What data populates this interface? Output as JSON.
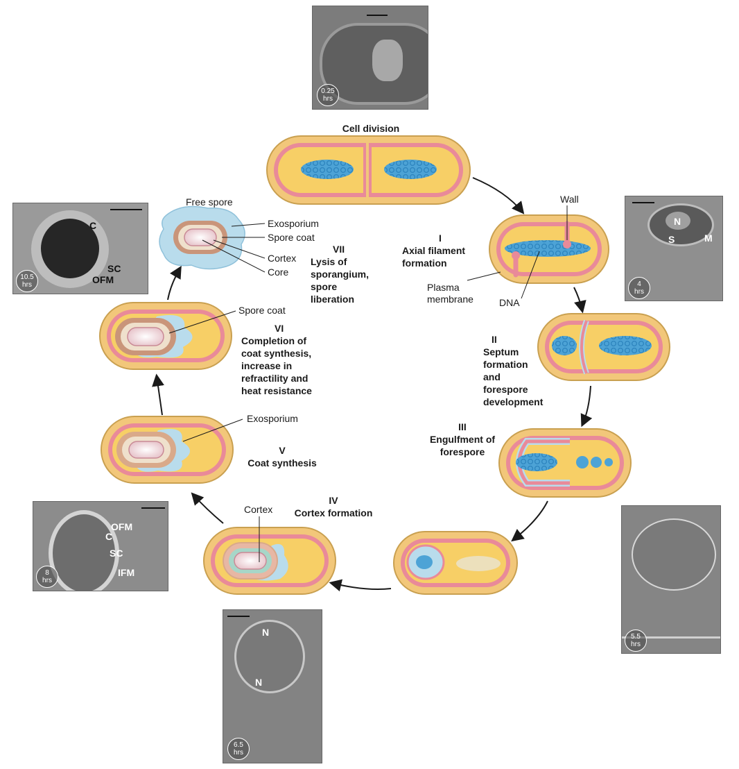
{
  "stages": {
    "cell_division": {
      "title": "Cell division"
    },
    "I": {
      "num": "I",
      "title": "Axial filament\nformation"
    },
    "II": {
      "num": "II",
      "title": "Septum\nformation\nand\nforespore\ndevelopment"
    },
    "III": {
      "num": "III",
      "title": "Engulfment of\nforespore"
    },
    "IV": {
      "num": "IV",
      "title": "Cortex formation"
    },
    "V": {
      "num": "V",
      "title": "Coat synthesis"
    },
    "VI": {
      "num": "VI",
      "title": "Completion of\ncoat synthesis,\nincrease in\nrefractility and\nheat resistance"
    },
    "VII": {
      "num": "VII",
      "title": "Lysis of\nsporangium,\nspore\nliberation"
    }
  },
  "labels": {
    "wall": "Wall",
    "plasma_membrane": "Plasma\nmembrane",
    "dna": "DNA",
    "free_spore": "Free spore",
    "exosporium": "Exosporium",
    "spore_coat": "Spore coat",
    "cortex": "Cortex",
    "core": "Core",
    "vi_spore_coat": "Spore coat",
    "v_exosporium": "Exosporium",
    "iv_cortex": "Cortex"
  },
  "micrographs": {
    "top": {
      "time": "0.25",
      "unit": "hrs"
    },
    "right_upper": {
      "time": "4",
      "unit": "hrs",
      "marks": [
        "N",
        "S",
        "M"
      ]
    },
    "right_lower": {
      "time": "5.5",
      "unit": "hrs"
    },
    "bottom": {
      "time": "6.5",
      "unit": "hrs",
      "marks": [
        "N",
        "N"
      ]
    },
    "left_lower": {
      "time": "8",
      "unit": "hrs",
      "marks": [
        "OFM",
        "C",
        "SC",
        "IFM"
      ]
    },
    "left_upper": {
      "time": "10.5",
      "unit": "hrs",
      "marks": [
        "C",
        "SC",
        "OFM"
      ]
    }
  },
  "colors": {
    "wall": "#f2c77a",
    "wall_edge": "#c9a050",
    "membrane": "#e98a99",
    "cytoplasm": "#f7cf66",
    "dna": "#4da3d6",
    "exosporium": "#b9dcec",
    "spore_coat": "#d9a98a",
    "cortex": "#e8dcc8",
    "core": "#f6e4e6"
  }
}
